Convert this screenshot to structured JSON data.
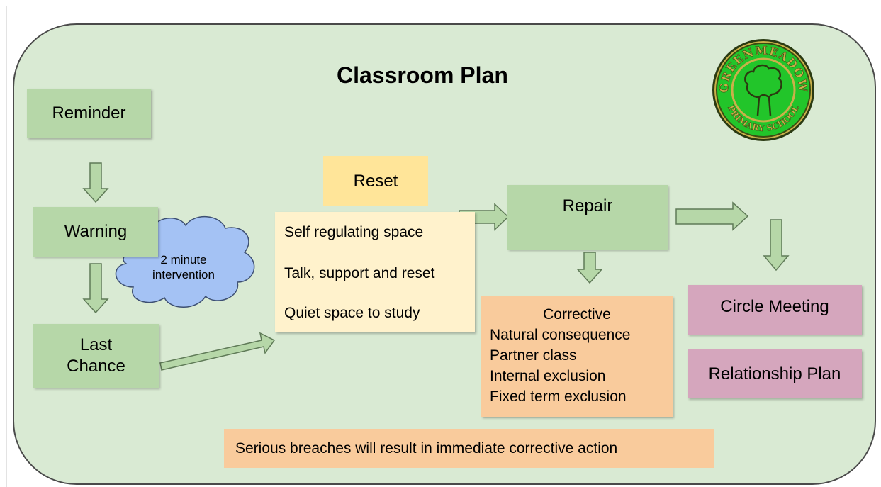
{
  "title": "Classroom Plan",
  "steps": {
    "reminder": "Reminder",
    "warning": "Warning",
    "last_chance": [
      "Last",
      "Chance"
    ]
  },
  "cloud": [
    "2 minute",
    "intervention"
  ],
  "reset": {
    "heading": "Reset",
    "items": [
      "Self regulating space",
      "Talk, support and reset",
      "Quiet space to study"
    ]
  },
  "repair": "Repair",
  "corrective": {
    "heading": "Corrective",
    "items": [
      "Natural consequence",
      "Partner class",
      "Internal exclusion",
      "Fixed term exclusion"
    ]
  },
  "circle_meeting": "Circle Meeting",
  "relationship_plan": "Relationship Plan",
  "serious_breaches": "Serious breaches will result in immediate corrective action",
  "logo": {
    "top_text": "GREENMEADOW",
    "bottom_text": "PRIMARY SCHOOL",
    "icon": "tree-icon"
  },
  "colors": {
    "background": "#d9ead3",
    "green_box": "#b6d7a8",
    "reset_yellow": "#ffe599",
    "reset_list": "#fff2cc",
    "corrective_orange": "#f9cb9c",
    "pink_box": "#d5a6bd",
    "cloud": "#a4c2f4",
    "logo_green": "#22c52a",
    "logo_gold": "#c9b04a"
  }
}
